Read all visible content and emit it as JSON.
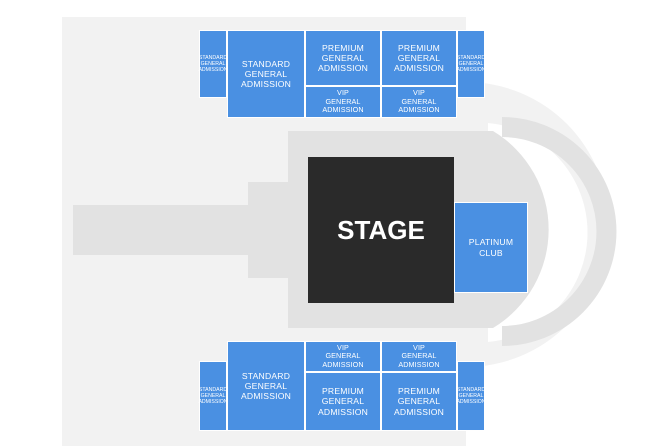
{
  "venue": {
    "stage_label": "STAGE",
    "colors": {
      "section": "#4a90e2",
      "stage": "#2a2a2a",
      "floor": "#f2f2f2",
      "walkway": "#e2e2e2",
      "label": "#ffffff"
    }
  },
  "sections": {
    "top": {
      "sga_left": "STANDARD\nGENERAL\nADMISSION",
      "sga_main": "STANDARD\nGENERAL\nADMISSION",
      "premium_1": "PREMIUM\nGENERAL\nADMISSION",
      "premium_2": "PREMIUM\nGENERAL\nADMISSION",
      "sga_right": "STANDARD\nGENERAL\nADMISSION",
      "vip_1": "VIP\nGENERAL ADMISSION",
      "vip_2": "VIP\nGENERAL ADMISSION"
    },
    "platinum": "PLATINUM\nCLUB",
    "bottom": {
      "sga_main": "STANDARD\nGENERAL\nADMISSION",
      "vip_1": "VIP\nGENERAL ADMISSION",
      "vip_2": "VIP\nGENERAL ADMISSION",
      "sga_left": "STANDARD\nGENERAL\nADMISSION",
      "premium_1": "PREMIUM\nGENERAL\nADMISSION",
      "premium_2": "PREMIUM\nGENERAL\nADMISSION",
      "sga_right": "STANDARD\nGENERAL\nADMISSION"
    }
  }
}
